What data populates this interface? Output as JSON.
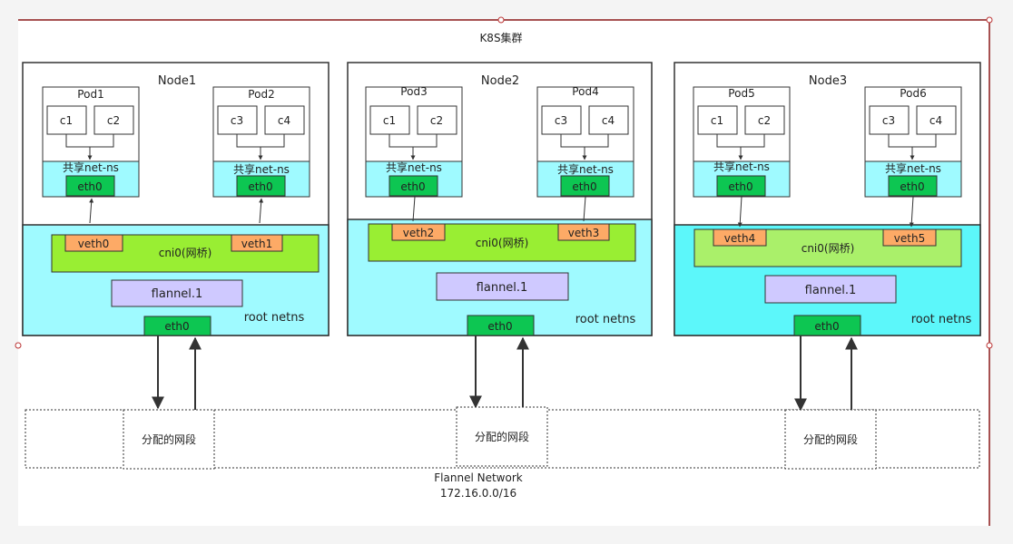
{
  "cluster": {
    "title": "K8S集群"
  },
  "nodes": [
    {
      "name": "Node1",
      "root_netns": "root netns",
      "bridge": "cni0(网桥)",
      "flannel": "flannel.1",
      "eth": "eth0",
      "veths": [
        "veth0",
        "veth1"
      ],
      "pods": [
        {
          "name": "Pod1",
          "containers": [
            "c1",
            "c2"
          ],
          "netns": "共享net-ns",
          "eth": "eth0"
        },
        {
          "name": "Pod2",
          "containers": [
            "c3",
            "c4"
          ],
          "netns": "共享net-ns",
          "eth": "eth0"
        }
      ],
      "segment": "分配的网段"
    },
    {
      "name": "Node2",
      "root_netns": "root netns",
      "bridge": "cni0(网桥)",
      "flannel": "flannel.1",
      "eth": "eth0",
      "veths": [
        "veth2",
        "veth3"
      ],
      "pods": [
        {
          "name": "Pod3",
          "containers": [
            "c1",
            "c2"
          ],
          "netns": "共享net-ns",
          "eth": "eth0"
        },
        {
          "name": "Pod4",
          "containers": [
            "c3",
            "c4"
          ],
          "netns": "共享net-ns",
          "eth": "eth0"
        }
      ],
      "segment": "分配的网段"
    },
    {
      "name": "Node3",
      "root_netns": "root netns",
      "bridge": "cni0(网桥)",
      "flannel": "flannel.1",
      "eth": "eth0",
      "veths": [
        "veth4",
        "veth5"
      ],
      "pods": [
        {
          "name": "Pod5",
          "containers": [
            "c1",
            "c2"
          ],
          "netns": "共享net-ns",
          "eth": "eth0"
        },
        {
          "name": "Pod6",
          "containers": [
            "c3",
            "c4"
          ],
          "netns": "共享net-ns",
          "eth": "eth0"
        }
      ],
      "segment": "分配的网段"
    }
  ],
  "network": {
    "name": "Flannel Network",
    "cidr": "172.16.0.0/16"
  },
  "colors": {
    "background": "#f4f4f4",
    "cluster_fill": "#ffffff",
    "root_netns_fill": "#9ffaff",
    "root_netns_fill_node3": "#5cf7fa",
    "bridge_fill": "#99ee33",
    "bridge_fill_node3": "#aaf06a",
    "veth_fill": "#fdaa66",
    "eth_fill": "#0dc652",
    "flannel_fill": "#cfc9ff",
    "border": "#333333",
    "accent_line": "#8b1a1a"
  }
}
